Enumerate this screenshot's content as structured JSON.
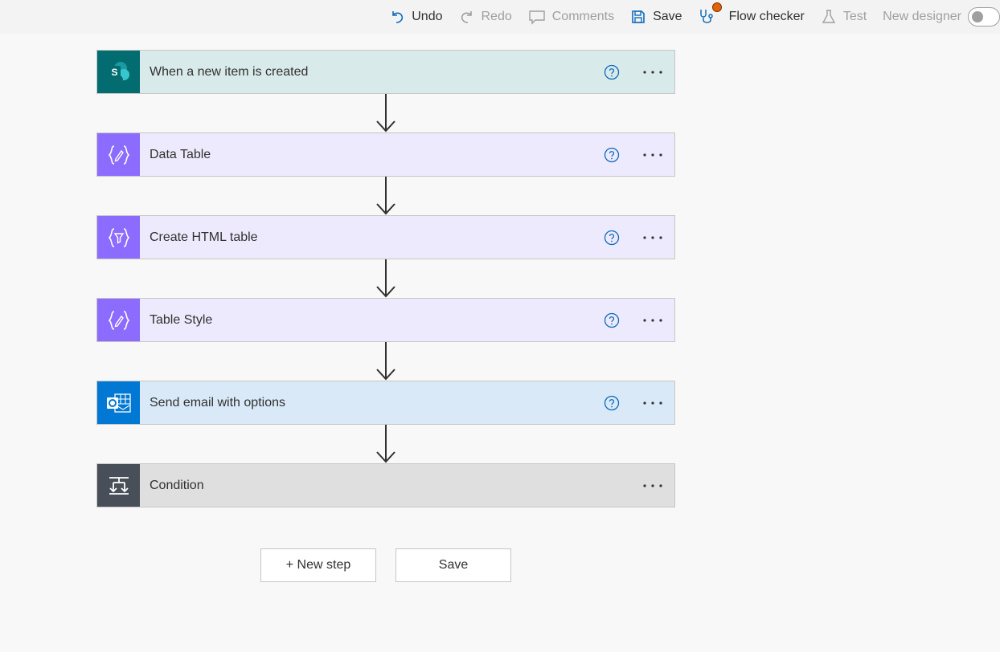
{
  "toolbar": {
    "undo_label": "Undo",
    "redo_label": "Redo",
    "comments_label": "Comments",
    "save_label": "Save",
    "flow_checker_label": "Flow checker",
    "test_label": "Test",
    "new_designer_label": "New designer",
    "new_designer_enabled": false
  },
  "steps": [
    {
      "title": "When a new item is created",
      "icon": "sharepoint-icon",
      "header_color": "#d9eaea",
      "icon_bg": "#036c70",
      "has_help": true
    },
    {
      "title": "Data Table",
      "icon": "compose-icon",
      "header_color": "#eeeafd",
      "icon_bg": "#8c6cff",
      "has_help": true
    },
    {
      "title": "Create HTML table",
      "icon": "html-table-icon",
      "header_color": "#eeeafd",
      "icon_bg": "#8c6cff",
      "has_help": true
    },
    {
      "title": "Table Style",
      "icon": "compose-icon",
      "header_color": "#eeeafd",
      "icon_bg": "#8c6cff",
      "has_help": true
    },
    {
      "title": "Send email with options",
      "icon": "outlook-icon",
      "header_color": "#d9e9f8",
      "icon_bg": "#0078d4",
      "has_help": true
    },
    {
      "title": "Condition",
      "icon": "condition-icon",
      "header_color": "#dfdfe0",
      "icon_bg": "#484f58",
      "has_help": false
    }
  ],
  "actions": {
    "new_step_label": "+ New step",
    "save_label": "Save"
  }
}
